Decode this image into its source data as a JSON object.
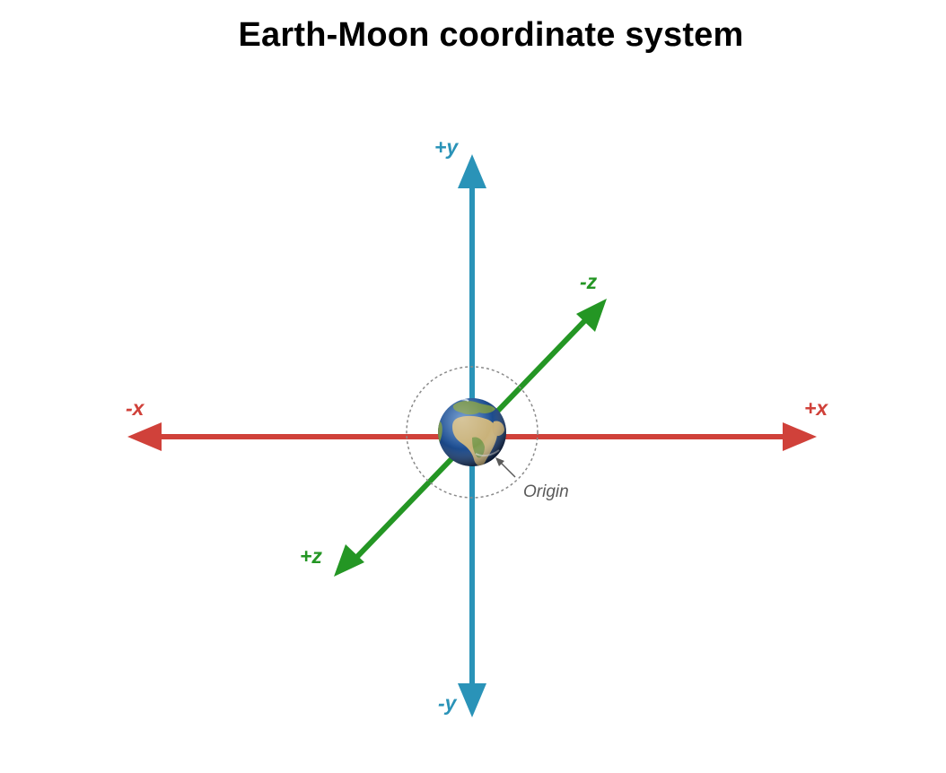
{
  "title": "Earth-Moon coordinate system",
  "axes": {
    "x": {
      "positive_label": "+x",
      "negative_label": "-x",
      "color": "#d0413a"
    },
    "y": {
      "positive_label": "+y",
      "negative_label": "-y",
      "color": "#2a93b8"
    },
    "z": {
      "positive_label": "+z",
      "negative_label": "-z",
      "color": "#249624"
    }
  },
  "origin": {
    "label": "Origin",
    "icon": "earth-globe"
  }
}
